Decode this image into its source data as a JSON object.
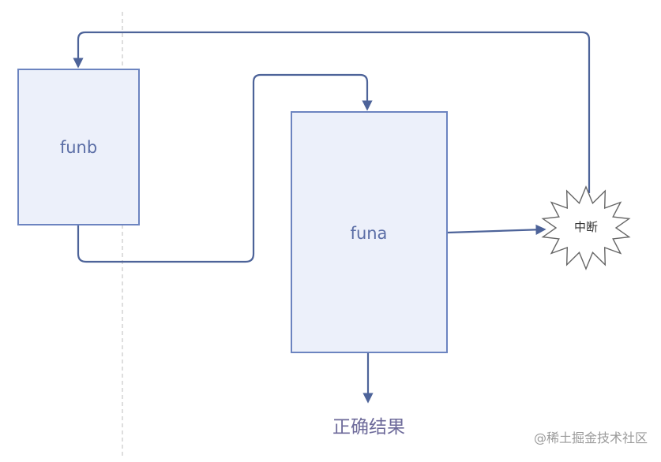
{
  "diagram": {
    "nodes": {
      "funb": {
        "label": "funb"
      },
      "funa": {
        "label": "funa"
      },
      "interrupt": {
        "label": "中断"
      },
      "result": {
        "label": "正确结果"
      }
    },
    "edges": [
      {
        "from": "funb",
        "to": "funa"
      },
      {
        "from": "funa",
        "to": "interrupt"
      },
      {
        "from": "interrupt",
        "to": "funb"
      },
      {
        "from": "funa",
        "to": "result"
      }
    ],
    "colors": {
      "box_fill": "#ecf0fa",
      "box_stroke": "#6c84c0",
      "connector": "#4d6399",
      "divider": "#c8c8c8",
      "burst_stroke": "#666666"
    }
  },
  "watermark": "@稀土掘金技术社区"
}
